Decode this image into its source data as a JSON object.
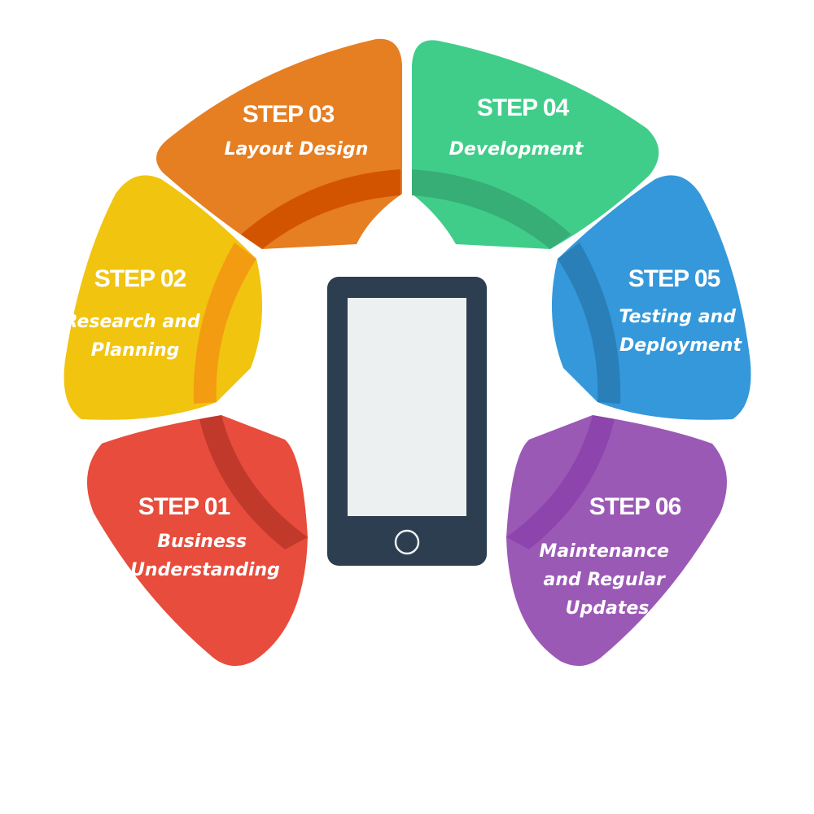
{
  "steps": [
    {
      "number": "STEP 01",
      "lines": [
        "Business",
        "Understanding"
      ],
      "color": "#E74C3C",
      "band": "#C0392B"
    },
    {
      "number": "STEP 02",
      "lines": [
        "Research and",
        "Planning"
      ],
      "color": "#F1C40F",
      "band": "#F39C12"
    },
    {
      "number": "STEP 03",
      "lines": [
        "Layout Design"
      ],
      "color": "#E67E22",
      "band": "#D35400"
    },
    {
      "number": "STEP 04",
      "lines": [
        "Development"
      ],
      "color": "#40CD8A",
      "band": "#37AE76"
    },
    {
      "number": "STEP 05",
      "lines": [
        "Testing and",
        "Deployment"
      ],
      "color": "#3498DB",
      "band": "#2A7FB8"
    },
    {
      "number": "STEP 06",
      "lines": [
        "Maintenance",
        "and Regular",
        "Updates"
      ],
      "color": "#9B59B6",
      "band": "#8E44AD"
    }
  ],
  "phone": {
    "body": "#2C3E50",
    "screen": "#ECF0F1"
  },
  "colors": {
    "background": "#FFFFFF",
    "text": "#FFFFFF"
  }
}
